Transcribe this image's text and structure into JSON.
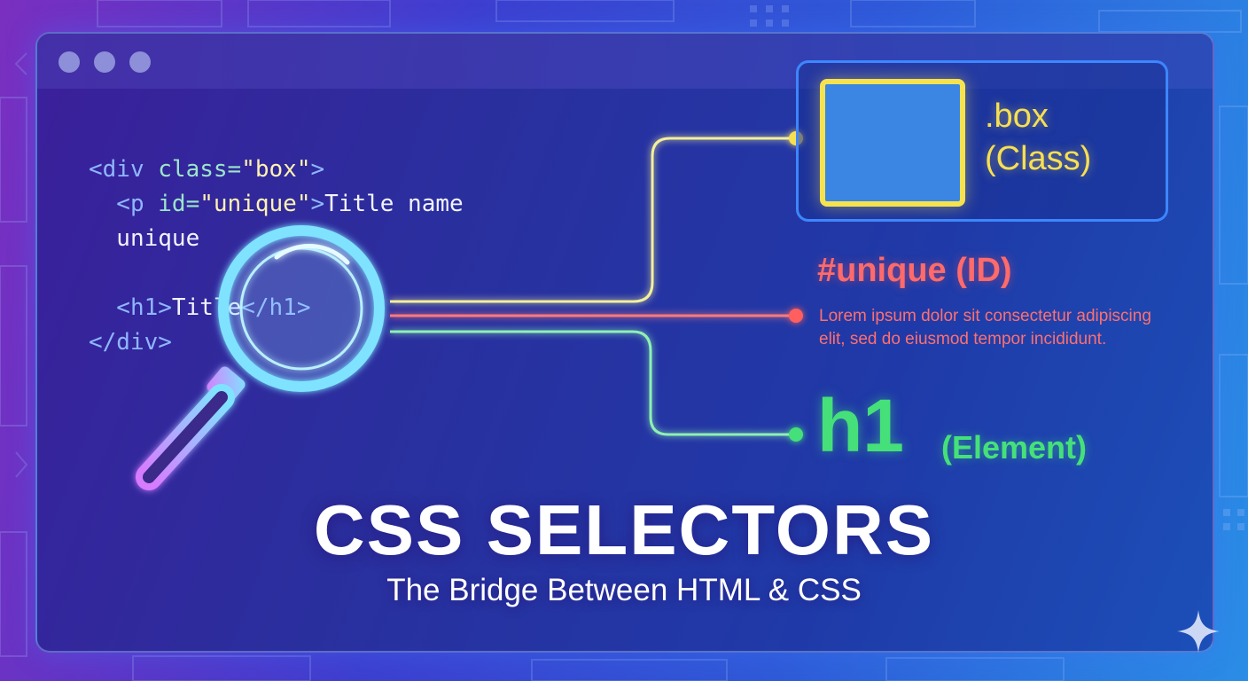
{
  "window": {
    "controls": [
      "dot",
      "dot",
      "dot"
    ]
  },
  "code": {
    "line1_open": "<div ",
    "line1_attr": "class=",
    "line1_str": "\"box\"",
    "line1_close": ">",
    "line2_open": "  <p ",
    "line2_attr": "id=",
    "line2_str": "\"unique\"",
    "line2_close": ">",
    "line2_text": "Title name",
    "line3_text": "  unique",
    "line5_open": "  <h1>",
    "line5_text": "Title",
    "line5_close": "</h1>",
    "line6_close": "</div>"
  },
  "selectors": {
    "class_name": ".box",
    "class_kind": "(Class)",
    "id_title": "#unique (ID)",
    "id_text": "Lorem ipsum dolor sit consectetur adipiscing elit, sed do eiusmod tempor incididunt.",
    "element_name": "h1",
    "element_kind": "(Element)"
  },
  "headline": {
    "title": "CSS SELECTORS",
    "subtitle": "The Bridge Between HTML & CSS"
  },
  "colors": {
    "class_accent": "#f7df52",
    "id_accent": "#ff6a6a",
    "element_accent": "#45e07a",
    "magnifier": "#7fe3ff"
  },
  "icons": [
    "magnifying-glass-icon",
    "sparkle-icon"
  ]
}
